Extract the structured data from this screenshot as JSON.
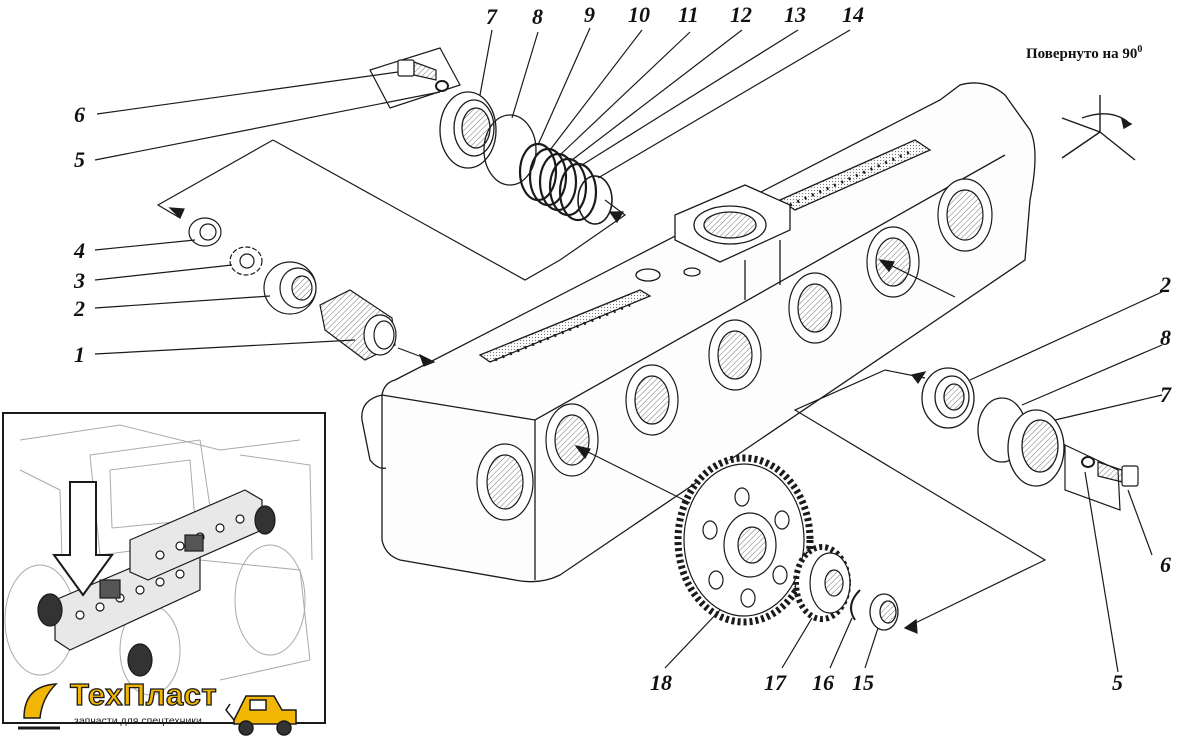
{
  "rotation_note": {
    "text": "Повернуто на 90",
    "degree": "0"
  },
  "labels": {
    "l1": "1",
    "l2a": "2",
    "l2b": "2",
    "l3": "3",
    "l4": "4",
    "l5a": "5",
    "l5b": "5",
    "l6a": "6",
    "l6b": "6",
    "l7a": "7",
    "l7b": "7",
    "l8a": "8",
    "l8b": "8",
    "l9": "9",
    "l10": "10",
    "l11": "11",
    "l12": "12",
    "l13": "13",
    "l14": "14",
    "l15": "15",
    "l16": "16",
    "l17": "17",
    "l18": "18"
  },
  "logo": {
    "title": "ТехПласт",
    "subtitle": "запчасти для спецтехники"
  },
  "colors": {
    "line": "#1a1a1a",
    "accent": "#f2b705",
    "hatch": "#666666"
  }
}
